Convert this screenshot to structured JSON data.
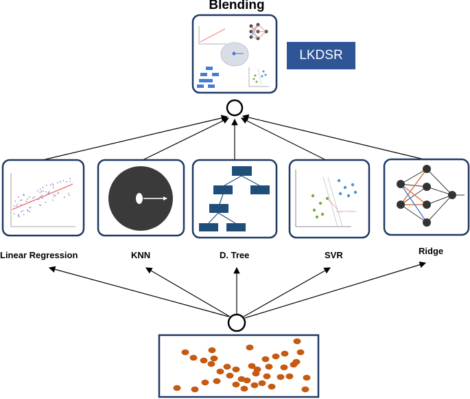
{
  "title": "Blending",
  "badge": "LKDSR",
  "models": [
    {
      "id": "linear-regression",
      "label": "Linear Regression"
    },
    {
      "id": "knn",
      "label": "KNN"
    },
    {
      "id": "decision-tree",
      "label": "D. Tree"
    },
    {
      "id": "svr",
      "label": "SVR"
    },
    {
      "id": "ridge",
      "label": "Ridge"
    }
  ],
  "svr_annotation": "Support Vectors",
  "colors": {
    "panel_border": "#1f3864",
    "accent_blue": "#2f5597",
    "tree_box": "#1f4e79",
    "regression_line": "#f08080",
    "data_points": "#c55a11",
    "knn_disc": "#3a3a3a",
    "svr_green": "#70ad47",
    "svr_blue": "#4a90d9"
  },
  "icons": [
    "arrow-icon",
    "junction-circle-icon"
  ]
}
